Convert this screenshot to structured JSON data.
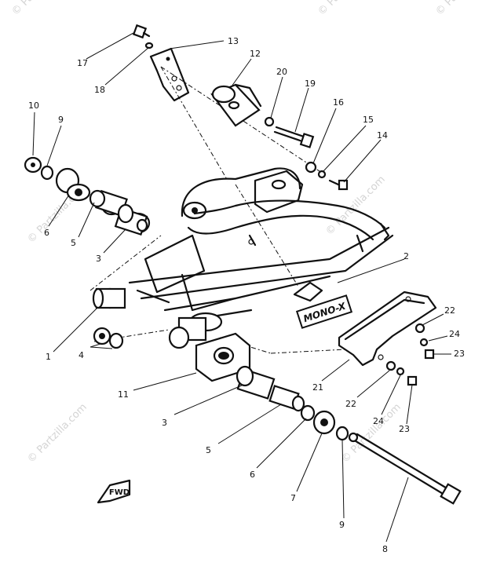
{
  "callouts": [
    "1",
    "2",
    "3",
    "4",
    "5",
    "6",
    "7",
    "8",
    "9",
    "10",
    "11",
    "12",
    "13",
    "14",
    "15",
    "16",
    "17",
    "18",
    "19",
    "20",
    "21",
    "22",
    "23",
    "24"
  ],
  "labels": {
    "frame_decal": "MONO-X",
    "front_arrow": "FWD"
  },
  "watermark": "© Partzilla.com",
  "colors": {
    "ink": "#111111",
    "watermark": "#d4d4d4",
    "background": "#ffffff"
  }
}
